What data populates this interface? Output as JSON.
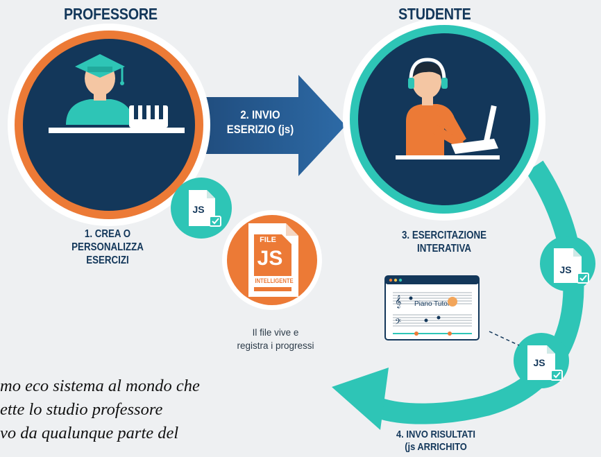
{
  "professor": {
    "title": "PROFESSORE",
    "step1": [
      "1. CREA O",
      "PERSONALIZZA",
      "ESERCIZI"
    ]
  },
  "student": {
    "title": "STUDENTE",
    "step3": [
      "3. ESERCITAZIONE",
      "INTERATIVA"
    ]
  },
  "arrow": {
    "step2": [
      "2. INVIO",
      "ESERIZIO (js)"
    ]
  },
  "file_card": {
    "top": "FILE",
    "main": "JS",
    "bottom": "INTELLIGENTE",
    "note": [
      "Il file vive e",
      "registra i progressi"
    ]
  },
  "badge_label": "JS",
  "app_window": {
    "label": "Piano Tutor"
  },
  "step4": [
    "4. INVO RISULTATI",
    "(js ARRICHITO"
  ],
  "quote": [
    "mo eco sistema al mondo che",
    "ette  lo studio professore",
    "vo da qualunque parte del"
  ],
  "colors": {
    "navy": "#13375a",
    "orange": "#ec7a36",
    "teal": "#2ec5b6",
    "blue_arrow": "#2a5a8e"
  }
}
